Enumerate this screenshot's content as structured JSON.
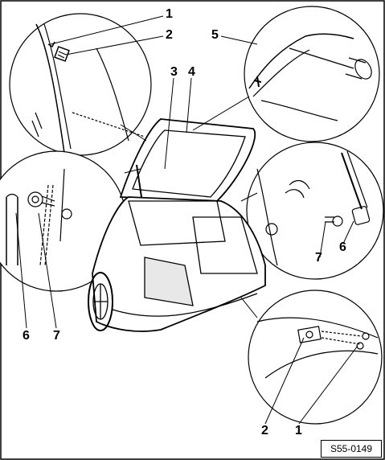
{
  "callouts": {
    "top_1": "1",
    "top_2": "2",
    "label_3": "3",
    "label_4": "4",
    "label_5": "5",
    "left_6": "6",
    "left_7": "7",
    "right_7": "7",
    "right_6": "6",
    "bottom_2": "2",
    "bottom_1": "1"
  },
  "figure_code": "S55-0149"
}
